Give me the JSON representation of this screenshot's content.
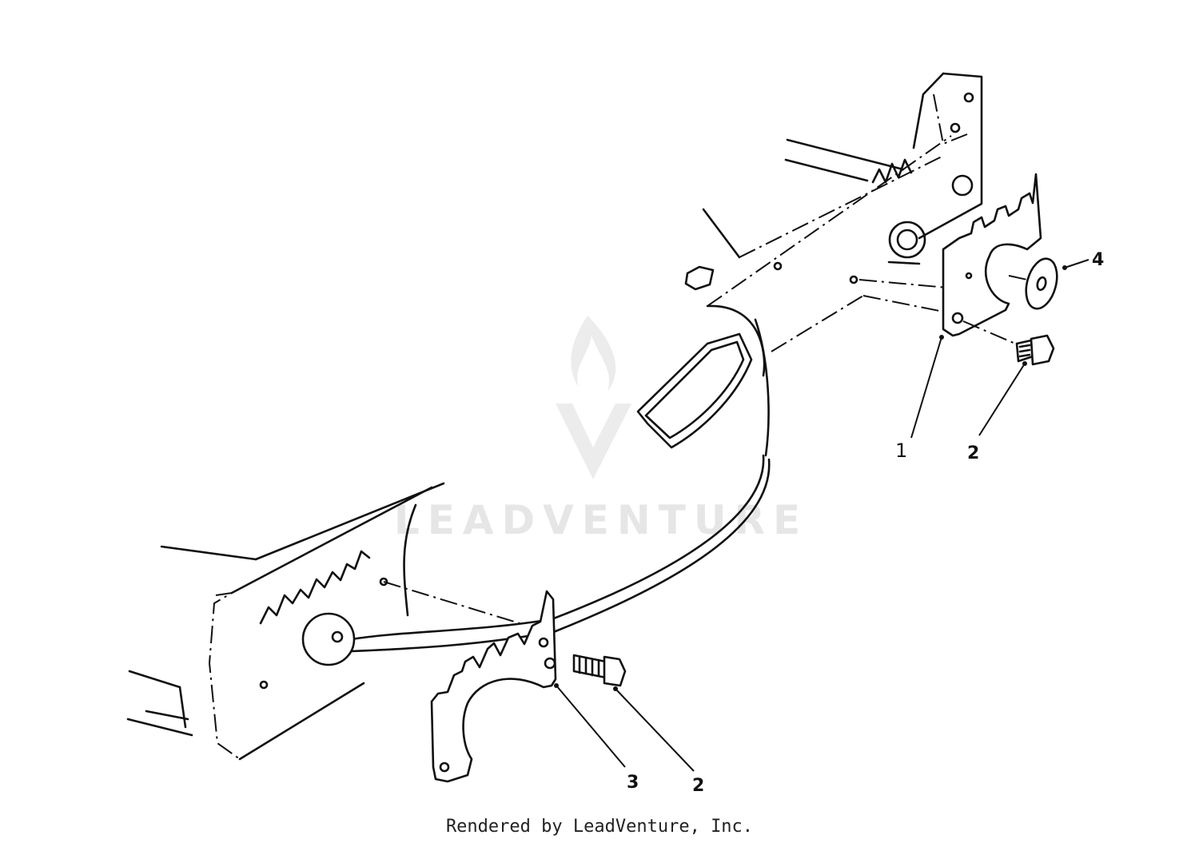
{
  "diagram": {
    "callouts": [
      {
        "number": "1"
      },
      {
        "number": "2"
      },
      {
        "number": "4"
      },
      {
        "number": "3"
      },
      {
        "number": "2"
      }
    ],
    "watermark": "LEADVENTURE",
    "footer": "Rendered by LeadVenture, Inc."
  },
  "colors": {
    "line": "#111111",
    "watermark": "#e6e6e6",
    "background": "#ffffff"
  }
}
